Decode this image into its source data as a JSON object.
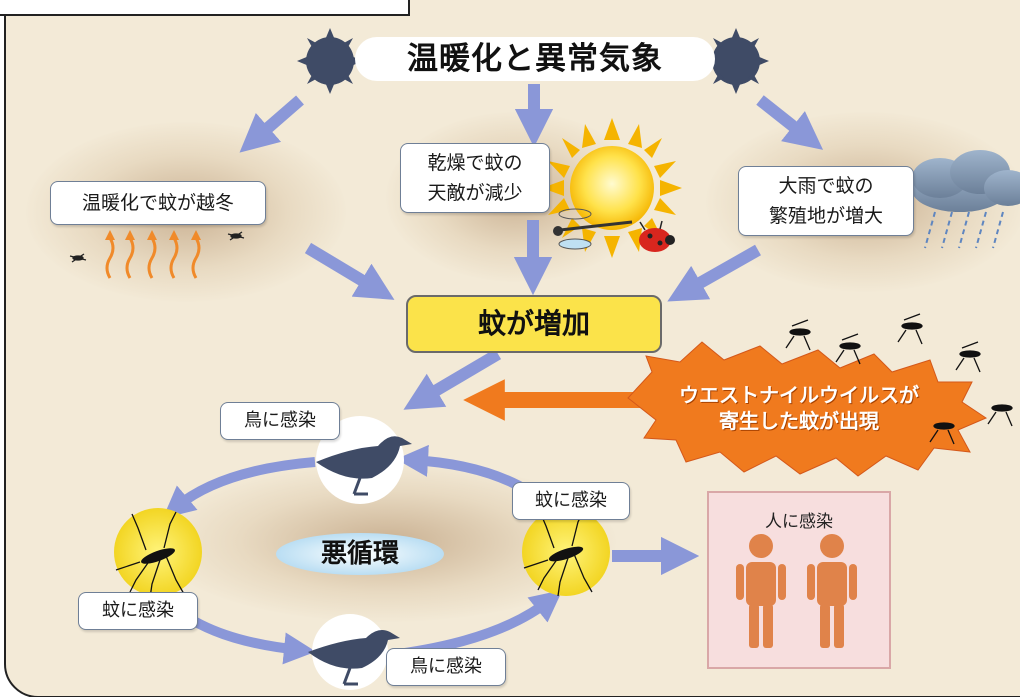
{
  "title": "温暖化と異常気象",
  "causes": {
    "left": "温暖化で蚊が越冬",
    "center_line1": "乾燥で蚊の",
    "center_line2": "天敵が減少",
    "right_line1": "大雨で蚊の",
    "right_line2": "繁殖地が増大"
  },
  "result": "蚊が増加",
  "virus_line1": "ウエストナイルウイルスが",
  "virus_line2": "寄生した蚊が出現",
  "cycle": {
    "center": "悪循環",
    "bird_top": "鳥に感染",
    "mosquito_right": "蚊に感染",
    "mosquito_left": "蚊に感染",
    "bird_bottom": "鳥に感染"
  },
  "human": "人に感染",
  "colors": {
    "background": "#f3ead7",
    "arrow_blue": "#8a97d8",
    "highlight_yellow": "#fbe34a",
    "burst_orange": "#f07a1e",
    "human_pink": "#f7dede",
    "human_figure": "#e0834a"
  }
}
